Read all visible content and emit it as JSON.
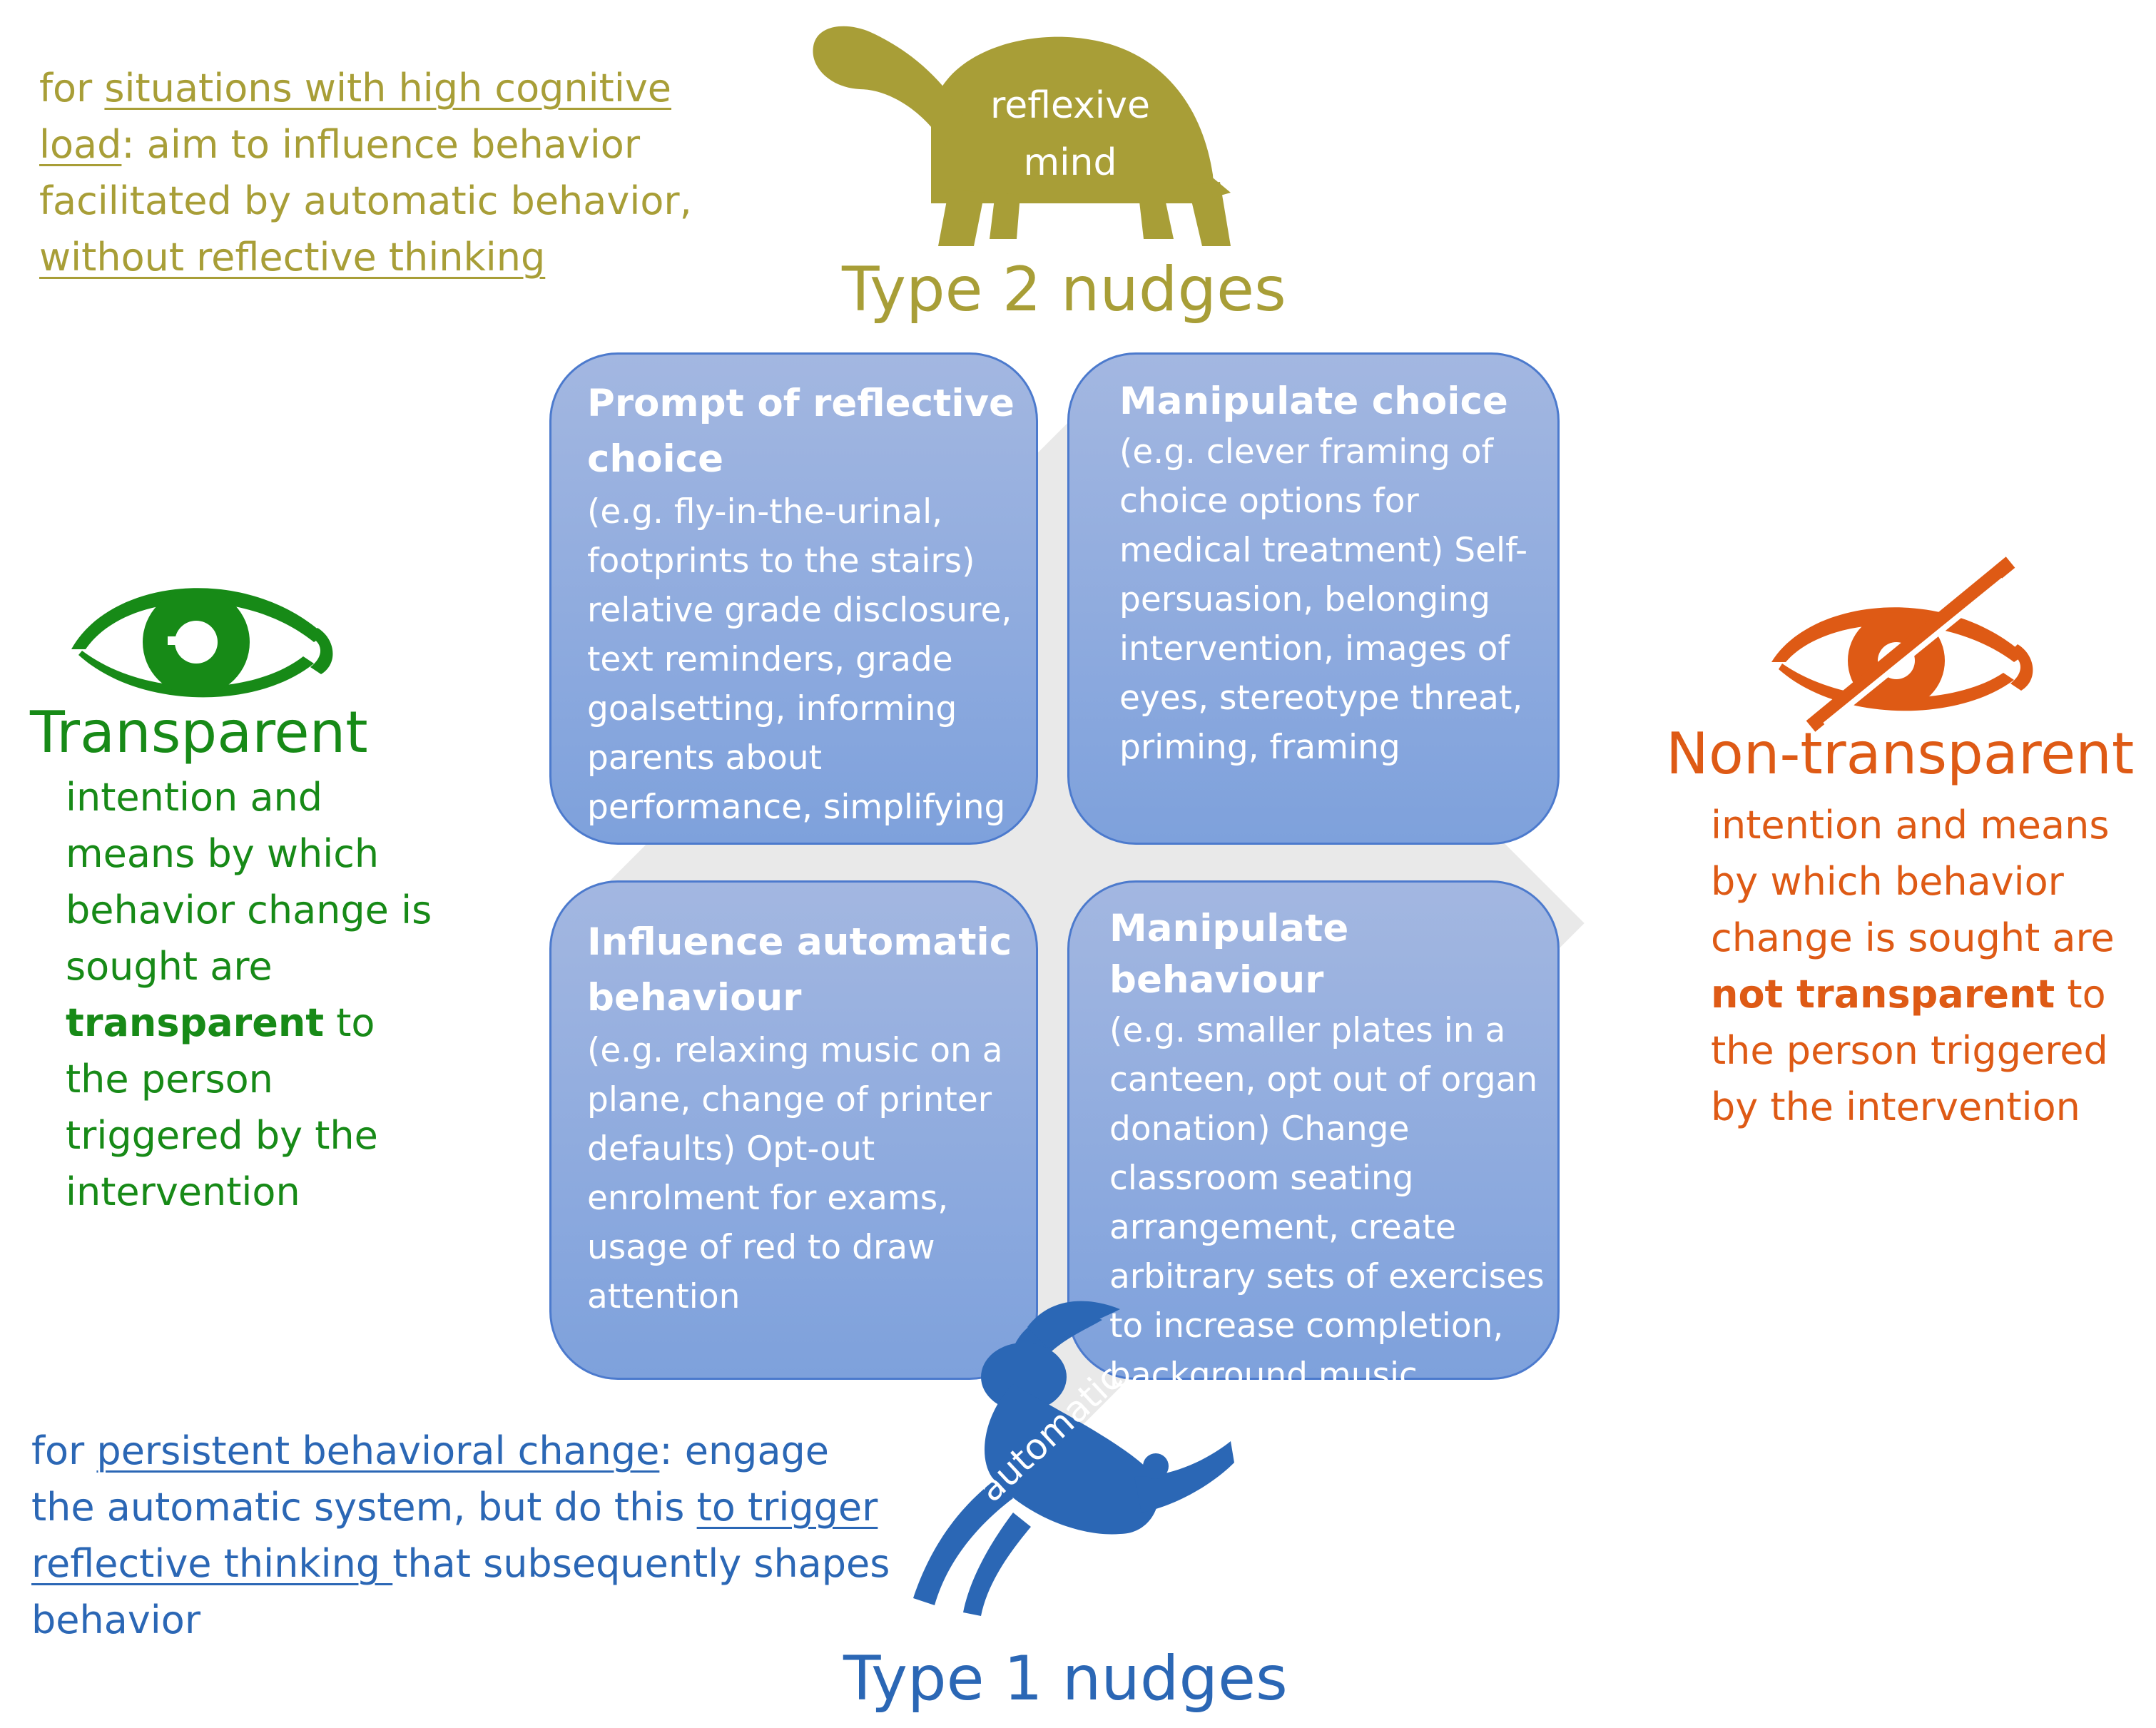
{
  "top_note": {
    "t1": "for ",
    "u1": "situations with high cognitive load",
    "t2": ": aim to influence behavior facilitated by automatic behavior, ",
    "u2": "without reflective thinking"
  },
  "turtle_label_line1": "reflexive",
  "turtle_label_line2": "mind",
  "type2_title": "Type 2 nudges",
  "type1_title": "Type 1 nudges",
  "quadrants": {
    "top_left": {
      "title": "Prompt of reflective choice",
      "text": "(e.g. fly-in-the-urinal, footprints to the stairs) relative grade disclosure, text reminders, grade goalsetting, informing parents about performance, simplifying"
    },
    "top_right": {
      "title": "Manipulate choice",
      "text": "(e.g. clever framing of choice options for medical treatment) Self-persuasion, belonging intervention, images of eyes, stereotype threat, priming, framing"
    },
    "bottom_left": {
      "title": "Influence automatic behaviour",
      "text": "(e.g. relaxing music on a plane, change of printer defaults) Opt-out enrolment for exams, usage of red to draw attention"
    },
    "bottom_right": {
      "title": "Manipulate behaviour",
      "text": "(e.g. smaller plates in a canteen, opt out of organ donation) Change classroom seating arrangement, create arbitrary sets of exercises to increase completion, background music"
    }
  },
  "transparent": {
    "heading": "Transparent",
    "t1": "intention and means by which behavior change is sought are ",
    "bold": "transparent",
    "t2": " to the person triggered by the intervention"
  },
  "non_transparent": {
    "heading": "Non-transparent",
    "t1": "intention and means by which behavior change is sought are ",
    "bold": "not transparent",
    "t2": " to the person triggered by the intervention"
  },
  "bottom_note": {
    "t1": "for ",
    "u1": "persistent behavioral change",
    "t2": ": engage the automatic system, but do this ",
    "u2": "to trigger reflective thinking ",
    "t3": "that subsequently shapes behavior"
  },
  "hare_label": "automatic",
  "colors": {
    "olive": "#a89e37",
    "green": "#178a17",
    "orange": "#de5a15",
    "blue": "#2b67b5",
    "box_fill": "#8eabe0"
  }
}
